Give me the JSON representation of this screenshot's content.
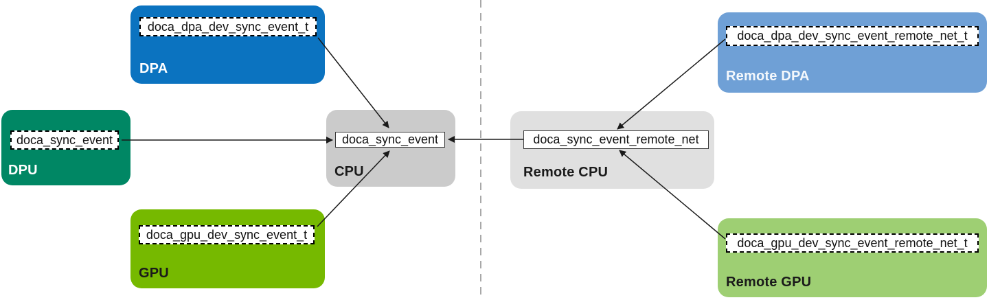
{
  "diagram": {
    "nodes": {
      "dpa": {
        "label": "DPA",
        "chip": "doca_dpa_dev_sync_event_t",
        "fill": "#0B73C0",
        "label_color": "#FFFFFF"
      },
      "dpu": {
        "label": "DPU",
        "chip": "doca_sync_event",
        "fill": "#008764",
        "label_color": "#FFFFFF"
      },
      "gpu": {
        "label": "GPU",
        "chip": "doca_gpu_dev_sync_event_t",
        "fill": "#76B900",
        "label_color": "#1A1A1A"
      },
      "cpu": {
        "label": "CPU",
        "chip": "doca_sync_event",
        "fill": "#CBCBCB",
        "label_color": "#1A1A1A"
      },
      "remote_cpu": {
        "label": "Remote CPU",
        "chip": "doca_sync_event_remote_net",
        "fill": "#E0E0E0",
        "label_color": "#1A1A1A"
      },
      "remote_dpa": {
        "label": "Remote DPA",
        "chip": "doca_dpa_dev_sync_event_remote_net_t",
        "fill": "#6FA0D6",
        "label_color": "#F4F8FC"
      },
      "remote_gpu": {
        "label": "Remote GPU",
        "chip": "doca_gpu_dev_sync_event_remote_net_t",
        "fill": "#9ECF73",
        "label_color": "#1A1A1A"
      }
    },
    "edges": [
      {
        "from": "dpa",
        "to": "cpu"
      },
      {
        "from": "dpu",
        "to": "cpu"
      },
      {
        "from": "gpu",
        "to": "cpu"
      },
      {
        "from": "remote_cpu",
        "to": "cpu"
      },
      {
        "from": "remote_dpa",
        "to": "remote_cpu"
      },
      {
        "from": "remote_gpu",
        "to": "remote_cpu"
      }
    ],
    "colors": {
      "arrow": "#1A1A1A",
      "divider": "#A8A8A8",
      "chip_background": "#FFFFFF",
      "chip_border": "#000000"
    }
  }
}
